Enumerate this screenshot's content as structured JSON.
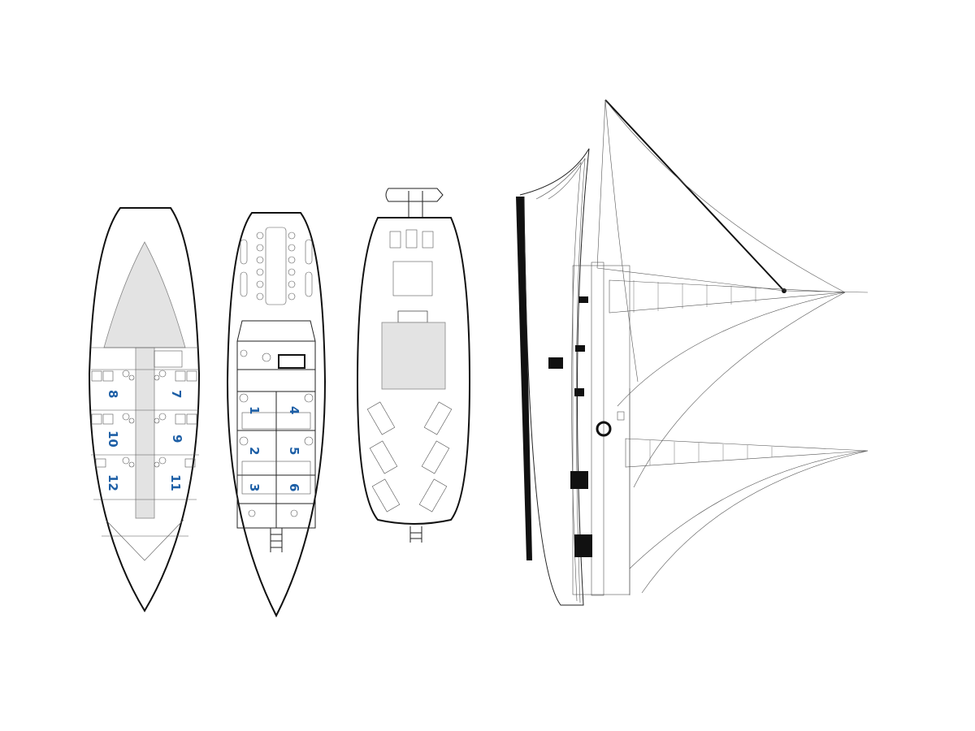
{
  "colors": {
    "cabin_number": "#1d5fa6",
    "deck_fill": "#e3e3e3",
    "line": "#222222"
  },
  "lower_deck": {
    "cabins": [
      "8",
      "7",
      "10",
      "9",
      "12",
      "11"
    ]
  },
  "main_deck": {
    "cabins": [
      "1",
      "4",
      "2",
      "5",
      "3",
      "6"
    ]
  }
}
